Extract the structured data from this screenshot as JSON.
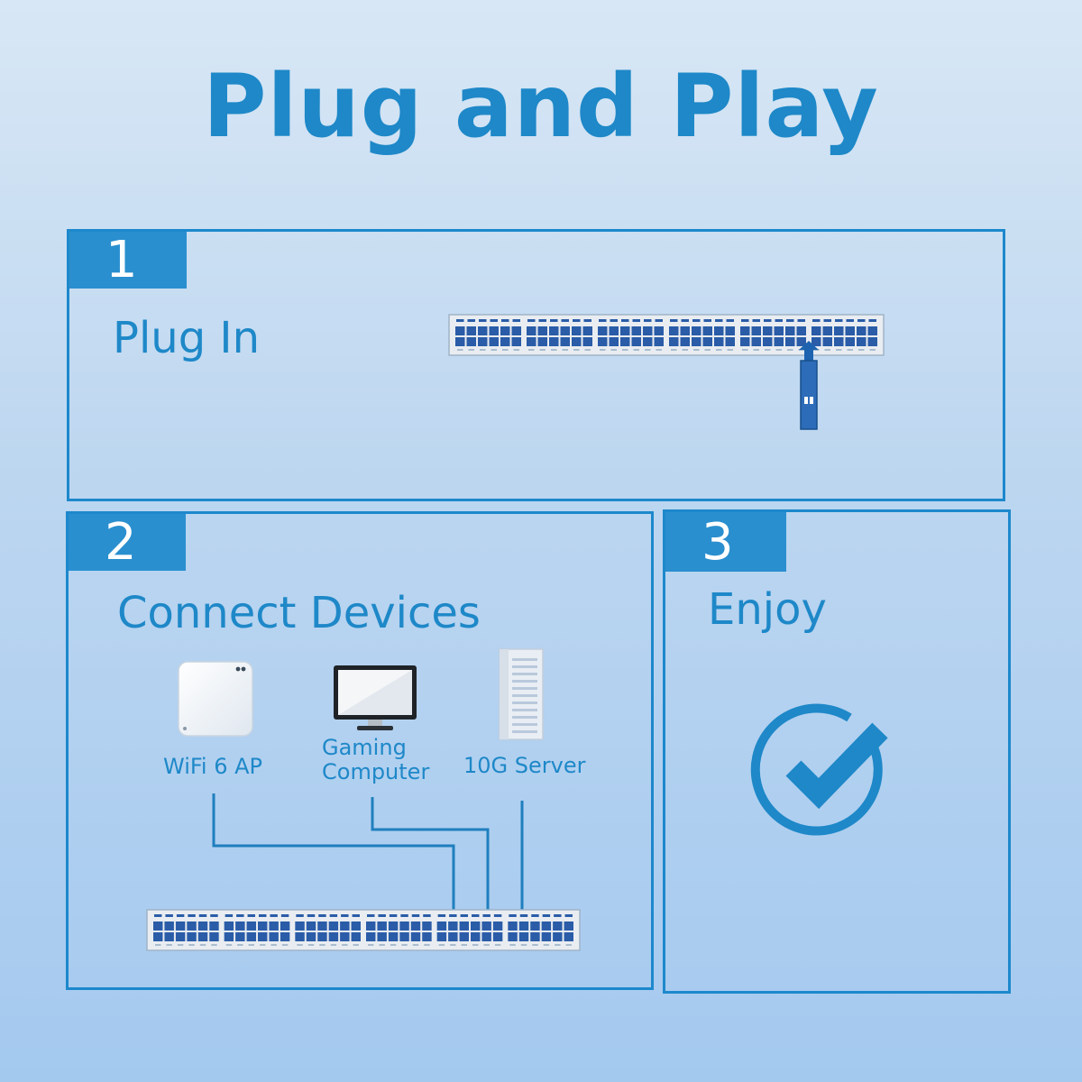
{
  "title": "Plug and Play",
  "steps": [
    {
      "number": "1",
      "label": "Plug In"
    },
    {
      "number": "2",
      "label": "Connect Devices"
    },
    {
      "number": "3",
      "label": "Enjoy"
    }
  ],
  "devices": [
    {
      "label": "WiFi 6 AP",
      "icon": "access-point-icon"
    },
    {
      "label": "Gaming\nComputer",
      "icon": "monitor-icon"
    },
    {
      "label": "10G Server",
      "icon": "server-icon"
    }
  ],
  "colors": {
    "accent": "#1e88c8",
    "badge": "#2a8fcf",
    "port": "#2a5ca8",
    "switch_body": "#e9edf1"
  }
}
